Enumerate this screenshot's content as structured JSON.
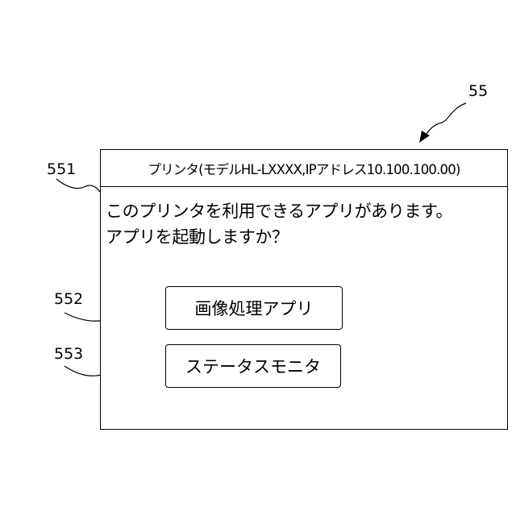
{
  "references": {
    "device": "55",
    "title_bar": "551",
    "image_app_button": "552",
    "status_monitor_button": "553"
  },
  "dialog": {
    "title": "プリンタ(モデルHL-LXXXX,IPアドレス10.100.100.00)",
    "message_line1": "このプリンタを利用できるアプリがあります。",
    "message_line2": "アプリを起動しますか？",
    "buttons": {
      "image_processing": "画像処理アプリ",
      "status_monitor": "ステータスモニタ"
    }
  }
}
